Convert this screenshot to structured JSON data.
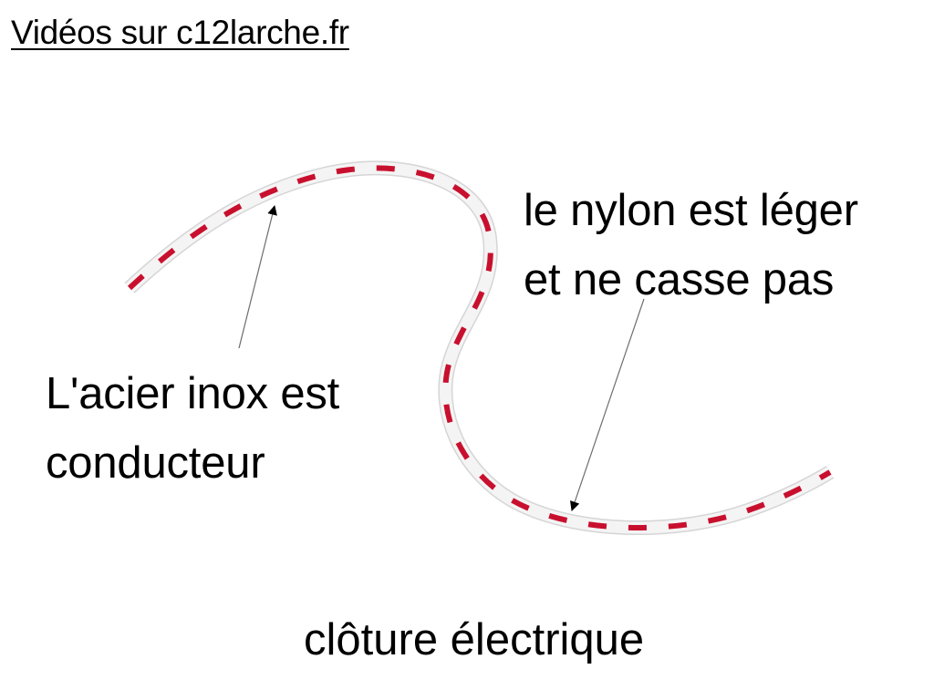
{
  "header": {
    "link_text": "Vidéos sur c12larche.fr"
  },
  "annotations": {
    "nylon": {
      "line1": "le nylon est léger",
      "line2": "et ne casse pas"
    },
    "steel": {
      "line1": "L'acier inox est",
      "line2": "conducteur"
    }
  },
  "caption": {
    "text": "clôture électrique"
  },
  "colors": {
    "rope_white": "#f4f4f4",
    "rope_red": "#c8102e",
    "rope_shadow": "#d5d5d5",
    "text": "#000000",
    "arrow": "#6e6e6e"
  }
}
